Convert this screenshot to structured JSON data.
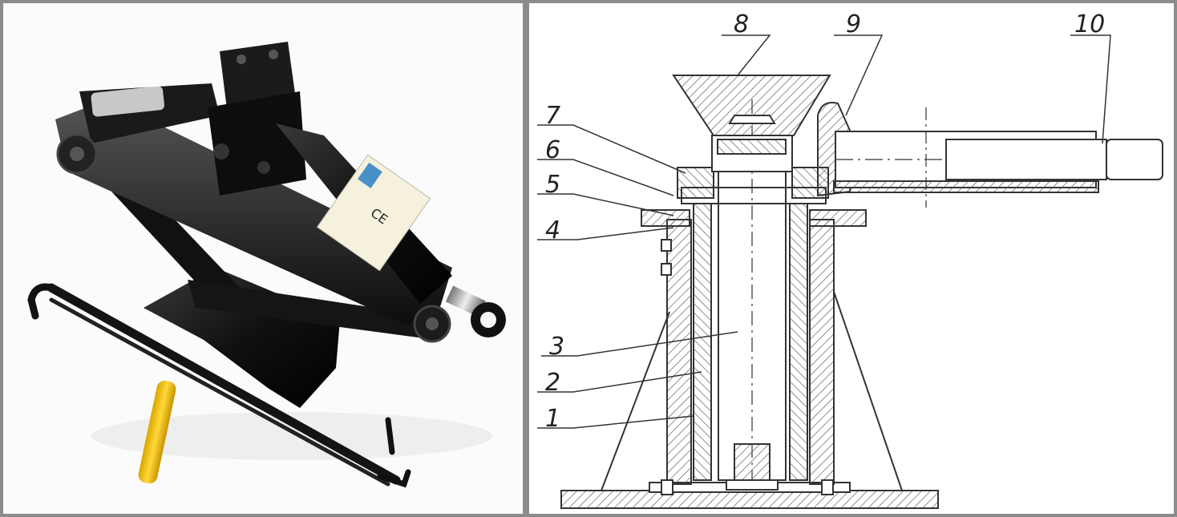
{
  "left_panel": {
    "description_icon": "scissor-jack-photo",
    "label_sticker_mark": "CE"
  },
  "right_panel": {
    "callouts": [
      {
        "id": "1",
        "text": "1"
      },
      {
        "id": "2",
        "text": "2"
      },
      {
        "id": "3",
        "text": "3"
      },
      {
        "id": "4",
        "text": "4"
      },
      {
        "id": "5",
        "text": "5"
      },
      {
        "id": "6",
        "text": "6"
      },
      {
        "id": "7",
        "text": "7"
      },
      {
        "id": "8",
        "text": "8"
      },
      {
        "id": "9",
        "text": "9"
      },
      {
        "id": "10",
        "text": "10"
      }
    ]
  },
  "colors": {
    "frame": "#8c8c8c",
    "jack_body": "#151515",
    "handle_grip": "#f2c400",
    "drawing_ink": "#333333"
  }
}
